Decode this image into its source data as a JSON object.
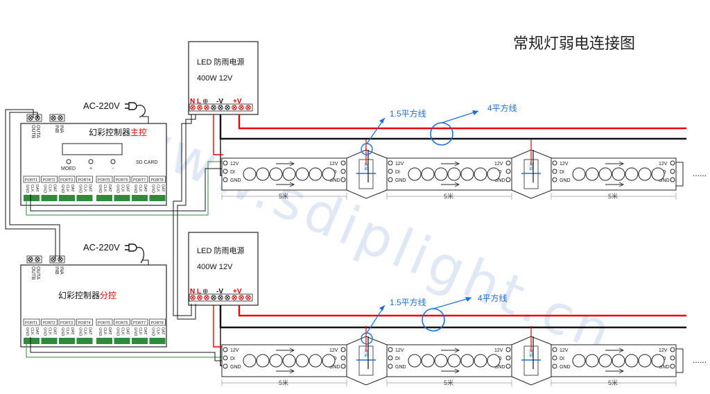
{
  "title": "常规灯弱电连接图",
  "watermark": "www.sdiplight.cn",
  "colors": {
    "positive": "#e00000",
    "negative": "#111111",
    "annotation": "#1a6fd6",
    "signal": "#2e8b3a"
  },
  "power_supply": {
    "name": "LED 防雨电源",
    "rating": "400W   12V",
    "terminal_nl": "N L",
    "terminal_neg": "-V",
    "terminal_pos": "+V"
  },
  "ac_input": "AC-220V",
  "main_controller": {
    "name": "幻彩控制器",
    "role": "主控",
    "buttons": [
      "MOED",
      "+",
      "-"
    ],
    "sd_card": "SD CARD",
    "ports": [
      "PORT1",
      "PORT2",
      "PORT3",
      "PORT4",
      "PORT5",
      "PORT6",
      "PORT7",
      "PORT8"
    ],
    "pin_labels": [
      "GND",
      "CLK",
      "DAT"
    ],
    "out_labels": [
      "OUTB",
      "OUTA"
    ],
    "in_labels": [
      "INB",
      "INA"
    ]
  },
  "sub_controller": {
    "name": "幻彩控制器",
    "role": "分控",
    "ports": [
      "PORT1",
      "PORT2",
      "PORT3",
      "PORT4",
      "PORT5",
      "PORT6",
      "PORT7",
      "PORT8"
    ],
    "pin_labels": [
      "GND",
      "CLK",
      "DAT"
    ],
    "out_labels": [
      "OUTB",
      "OUTA"
    ],
    "in_labels": [
      "INB",
      "INA"
    ]
  },
  "wires": {
    "thin": "1.5平方线",
    "thick": "4平方线"
  },
  "strip": {
    "pins_in": [
      "12V",
      "DI",
      "GND"
    ],
    "pins_out": [
      "12V",
      "DO",
      "GND"
    ],
    "length": "5米",
    "connector": "对接"
  },
  "more": "......"
}
